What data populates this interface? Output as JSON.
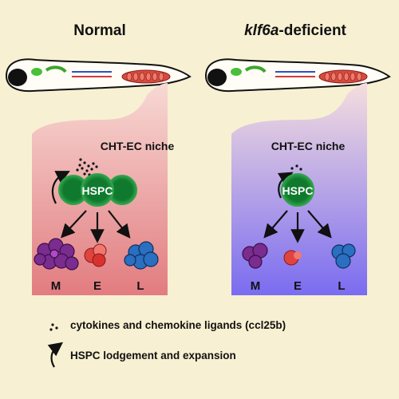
{
  "headings": {
    "left": "Normal",
    "right_italic": "klf6a",
    "right_rest": "-deficient"
  },
  "panels": {
    "left": {
      "niche_label": "CHT-EC niche",
      "cell_label": "HSPC",
      "lineages": [
        "M",
        "E",
        "L"
      ],
      "gradient": [
        "#f7d8d6",
        "#e37b7f"
      ]
    },
    "right": {
      "niche_label": "CHT-EC niche",
      "cell_label": "HSPC",
      "lineages": [
        "M",
        "E",
        "L"
      ],
      "gradient": [
        "#f6dede",
        "#7b6cf0"
      ]
    }
  },
  "legend": {
    "dots_text": "cytokines and chemokine ligands (ccl25b)",
    "arrow_text": "HSPC lodgement and expansion"
  },
  "colors": {
    "background": "#f8f0d2",
    "hspc_green": "#1f8a3a",
    "myeloid": "#7a2c8f",
    "erythroid": "#e0443f",
    "lymphoid": "#2a6fc0"
  }
}
